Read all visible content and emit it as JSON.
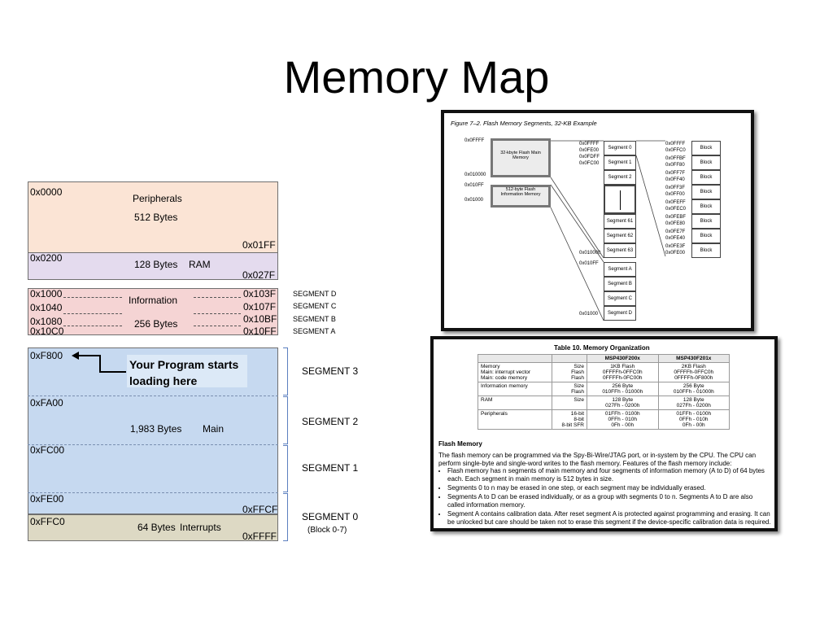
{
  "title": "Memory Map",
  "memory_map": {
    "peripherals": {
      "start": "0x0000",
      "name": "Peripherals",
      "size": "512 Bytes",
      "end": "0x01FF"
    },
    "ram": {
      "start": "0x0200",
      "size": "128 Bytes",
      "name": "RAM",
      "end": "0x027F"
    },
    "information": {
      "addr_left": [
        "0x1000",
        "0x1040",
        "0x1080",
        "0x10C0"
      ],
      "addr_right": [
        "0x103F",
        "0x107F",
        "0x10BF",
        "0x10FF"
      ],
      "segments": [
        "SEGMENT D",
        "SEGMENT C",
        "SEGMENT B",
        "SEGMENT A"
      ],
      "name": "Information",
      "size": "256 Bytes"
    },
    "main": {
      "addrs": [
        "0xF800",
        "0xFA00",
        "0xFC00",
        "0xFE00"
      ],
      "note": "Your Program starts loading here",
      "size": "1,983 Bytes",
      "name": "Main",
      "end_fe": "0xFFCF",
      "segments": [
        "SEGMENT 3",
        "SEGMENT 2",
        "SEGMENT 1",
        "SEGMENT 0"
      ],
      "segment0_sub": "(Block 0-7)"
    },
    "interrupts": {
      "start": "0xFFC0",
      "size": "64 Bytes",
      "name": "Interrupts",
      "end": "0xFFFF"
    }
  },
  "figure": {
    "caption": "Figure 7–2. Flash Memory Segments, 32-KB Example",
    "left_addrs": [
      "0x0FFFF",
      "0x01000"
    ],
    "mid_addrs": [
      "0x010FF",
      "0x010000",
      "0x01000"
    ],
    "main_block": "32-kbyte Flash Main Memory",
    "info_block": "512-byte Flash Information Memory",
    "col_addrs": [
      "0x0FFFF",
      "0x0FE00",
      "0x0FDFF",
      "0x0FC00"
    ],
    "segments": [
      "Segment 0",
      "Segment 1",
      "Segment 2",
      "Segment 61",
      "Segment 62",
      "Segment 63",
      "Segment A",
      "Segment B",
      "Segment C",
      "Segment D"
    ],
    "block_addrs": [
      "0x0FFFF",
      "0x0FFC0",
      "0x0FFBF",
      "0x0FF80",
      "0x0FF7F",
      "0x0FF40",
      "0x0FF3F",
      "0x0FF00",
      "0x0FEFF",
      "0x0FEC0",
      "0x0FEBF",
      "0x0FE80",
      "0x0FE7F",
      "0x0FE40",
      "0x0FE3F",
      "0x0FE00"
    ],
    "block_label": "Block"
  },
  "table": {
    "caption": "Table 10. Memory Organization",
    "headers": [
      "",
      "",
      "MSP430F200x",
      "MSP430F201x"
    ],
    "rows": [
      {
        "name": "Memory\nMain: interrupt vector\nMain: code memory",
        "kind": "Size\nFlash\nFlash",
        "a": "1KB Flash\n0FFFFh-0FFC0h\n0FFFFh-0FC00h",
        "b": "2KB Flash\n0FFFFh-0FFC0h\n0FFFFh-0F800h"
      },
      {
        "name": "Information memory",
        "kind": "Size\nFlash",
        "a": "256 Byte\n010FFh - 01000h",
        "b": "256 Byte\n010FFh - 01000h"
      },
      {
        "name": "RAM",
        "kind": "Size",
        "a": "128 Byte\n027Fh - 0200h",
        "b": "128 Byte\n027Fh - 0200h"
      },
      {
        "name": "Peripherals",
        "kind": "16-bit\n8-bit\n8-bit SFR",
        "a": "01FFh - 0100h\n0FFh - 010h\n0Fh - 00h",
        "b": "01FFh - 0100h\n0FFh - 010h\n0Fh - 00h"
      }
    ],
    "flash_heading": "Flash Memory",
    "flash_intro": "The flash memory can be programmed via the Spy-Bi-Wire/JTAG port, or in-system by the CPU. The CPU can perform single-byte and single-word writes to the flash memory. Features of the flash memory include:",
    "bullets": [
      "Flash memory has n segments of main memory and four segments of information memory (A to D) of 64 bytes each. Each segment in main memory is 512 bytes in size.",
      "Segments 0 to n may be erased in one step, or each segment may be individually erased.",
      "Segments A to D can be erased individually, or as a group with segments 0 to n. Segments A to D are also called information memory.",
      "Segment A contains calibration data. After reset segment A is protected against programming and erasing. It can be unlocked but care should be taken not to erase this segment if the device-specific calibration data is required."
    ]
  }
}
